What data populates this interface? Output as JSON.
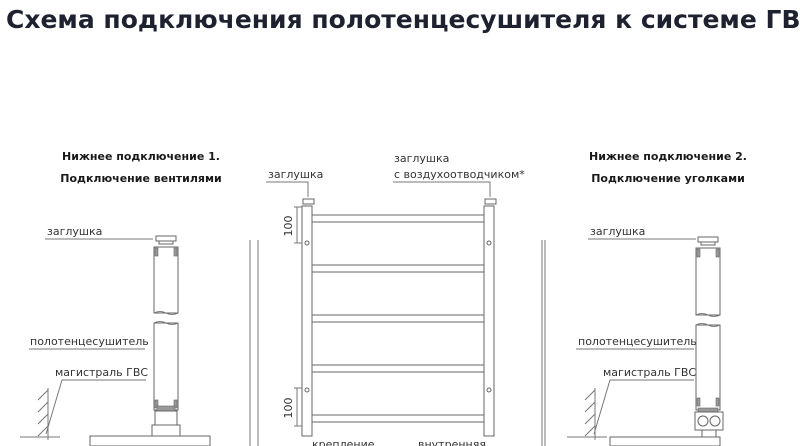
{
  "title": "Схема подключения полотенцесушителя к системе ГВС",
  "left": {
    "heading_1": "Нижнее подключение 1.",
    "heading_2": "Подключение вентилями",
    "label_cap": "заглушка",
    "label_dryer": "полотенцесушитель",
    "label_main": "магистраль ГВС"
  },
  "center": {
    "label_cap_left": "заглушка",
    "label_cap_right_1": "заглушка",
    "label_cap_right_2": "с воздухоотводчиком*",
    "dim_top": "100",
    "dim_bottom": "100",
    "label_mount": "крепление",
    "label_inner": "внутренняя"
  },
  "right": {
    "heading_1": "Нижнее подключение 2.",
    "heading_2": "Подключение уголками",
    "label_cap": "заглушка",
    "label_dryer": "полотенцесушитель",
    "label_main": "магистраль ГВС"
  }
}
